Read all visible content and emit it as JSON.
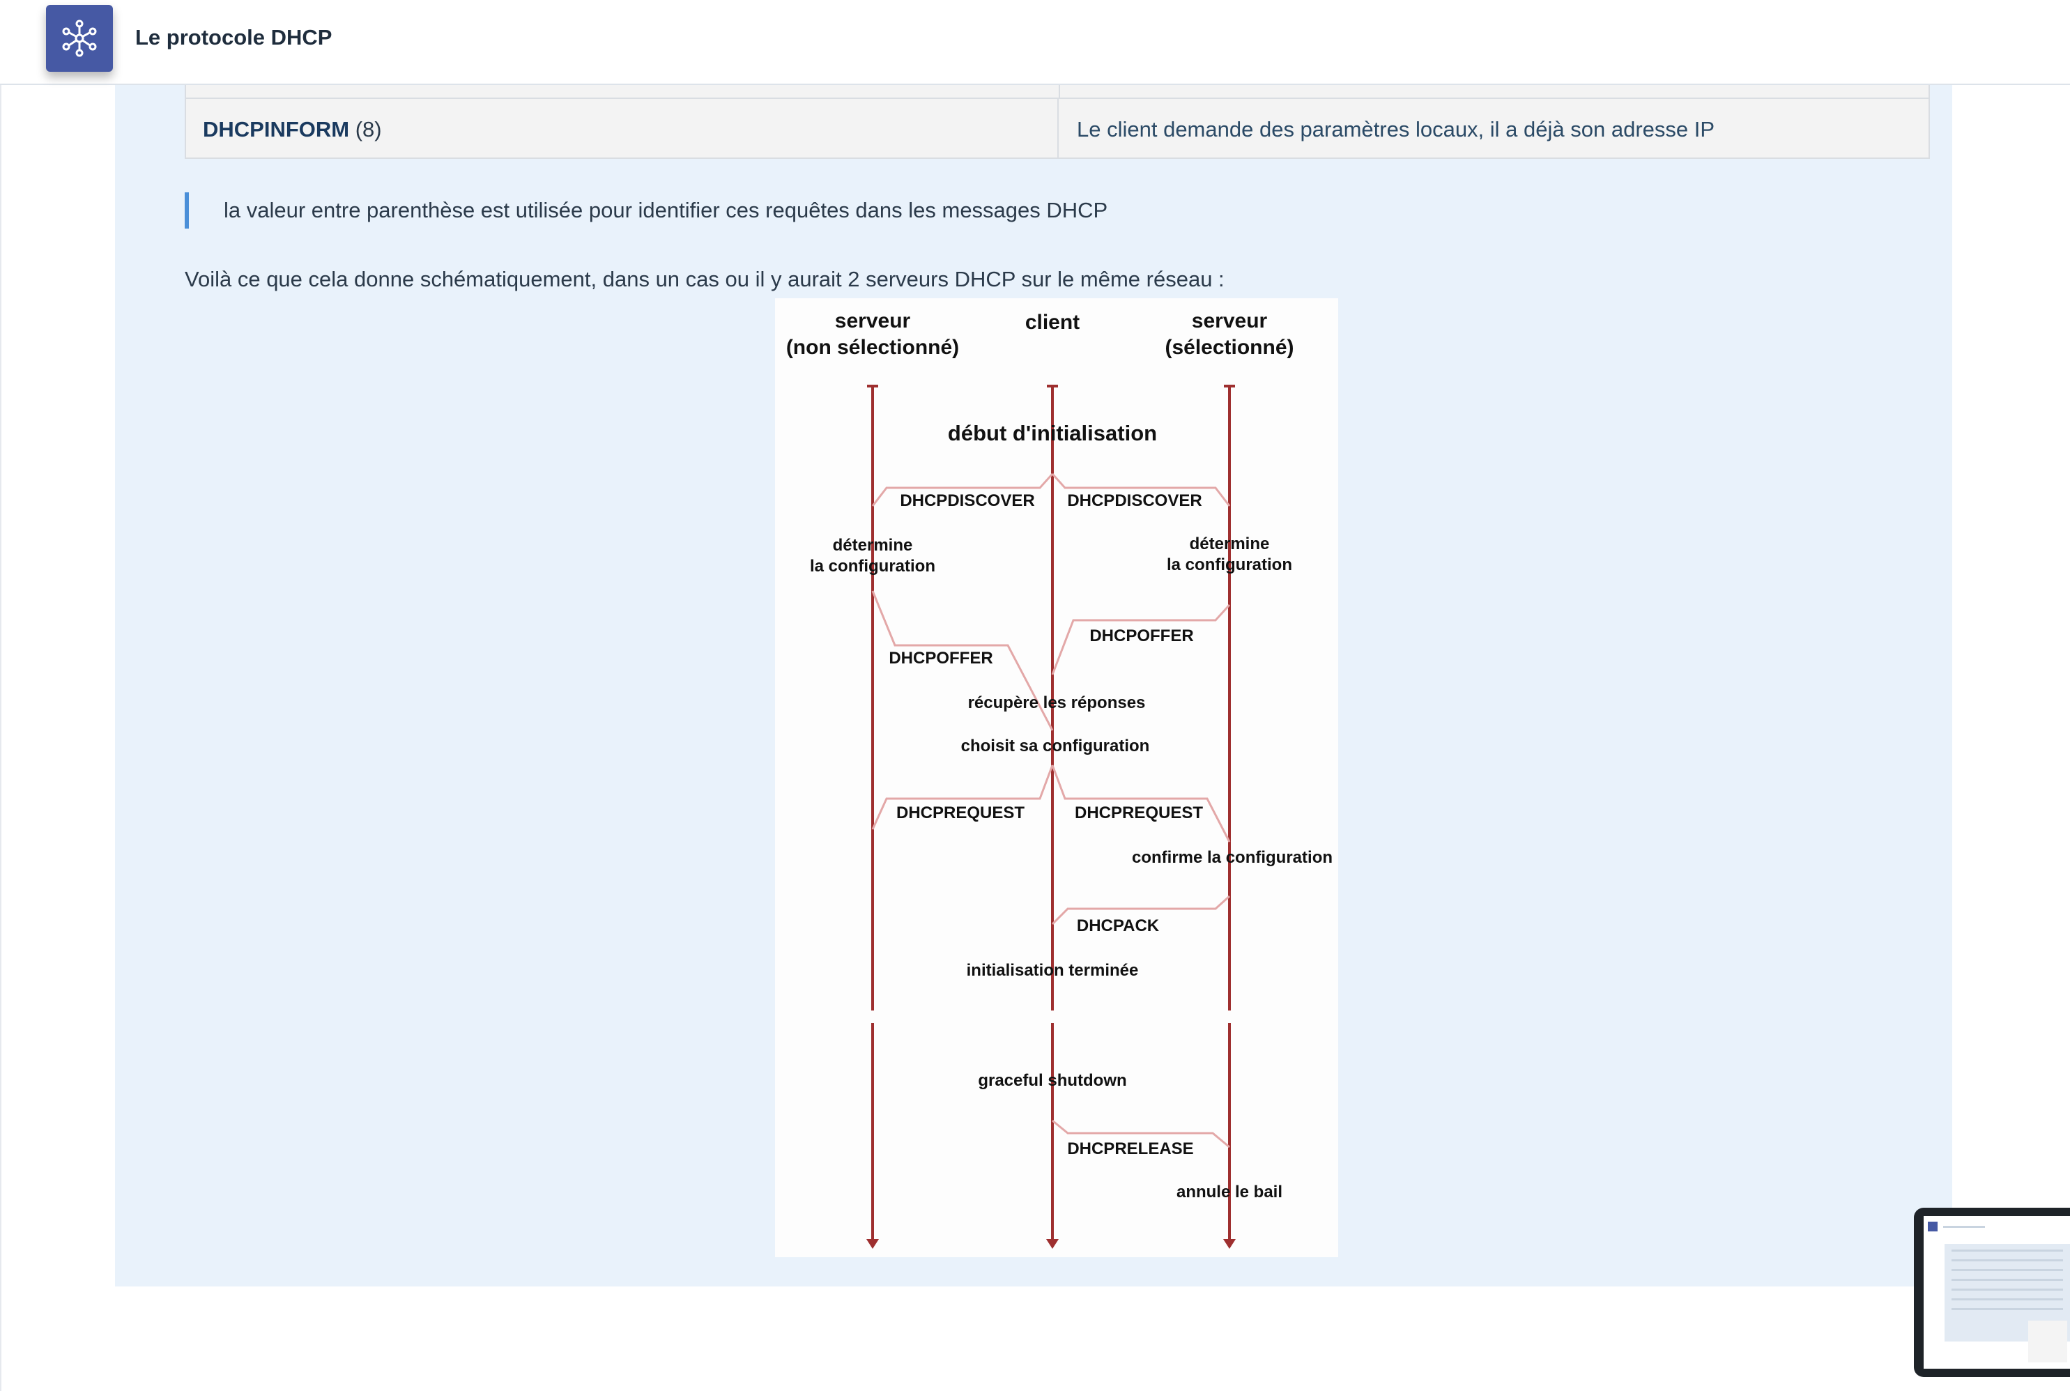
{
  "header": {
    "app_icon": "network-nodes-icon",
    "title": "Le protocole DHCP"
  },
  "table": {
    "row": {
      "name": "DHCPINFORM",
      "code": "(8)",
      "description": "Le client demande des paramètres locaux, il a déjà son adresse IP"
    }
  },
  "note": "la valeur entre parenthèse est utilisée pour identifier ces requêtes dans les messages DHCP",
  "intro": "Voilà ce que cela donne schématiquement, dans un cas ou il y aurait 2 serveurs DHCP sur le même réseau :",
  "diagram": {
    "columns": {
      "left_line1": "serveur",
      "left_line2": "(non sélectionné)",
      "center": "client",
      "right_line1": "serveur",
      "right_line2": "(sélectionné)"
    },
    "start": "début d'initialisation",
    "discover_left": "DHCPDISCOVER",
    "discover_right": "DHCPDISCOVER",
    "determine_left_1": "détermine",
    "determine_left_2": "la configuration",
    "determine_right_1": "détermine",
    "determine_right_2": "la configuration",
    "offer_left": "DHCPOFFER",
    "offer_right": "DHCPOFFER",
    "collect": "récupère les réponses",
    "choose": "choisit sa configuration",
    "request_left": "DHCPREQUEST",
    "request_right": "DHCPREQUEST",
    "confirm": "confirme la configuration",
    "ack": "DHCPACK",
    "init_done": "initialisation terminée",
    "shutdown": "graceful shutdown",
    "release": "DHCPRELEASE",
    "cancel": "annule le bail",
    "colors": {
      "lifeline": "#9e2f2f",
      "message": "#e3a8a8"
    }
  }
}
